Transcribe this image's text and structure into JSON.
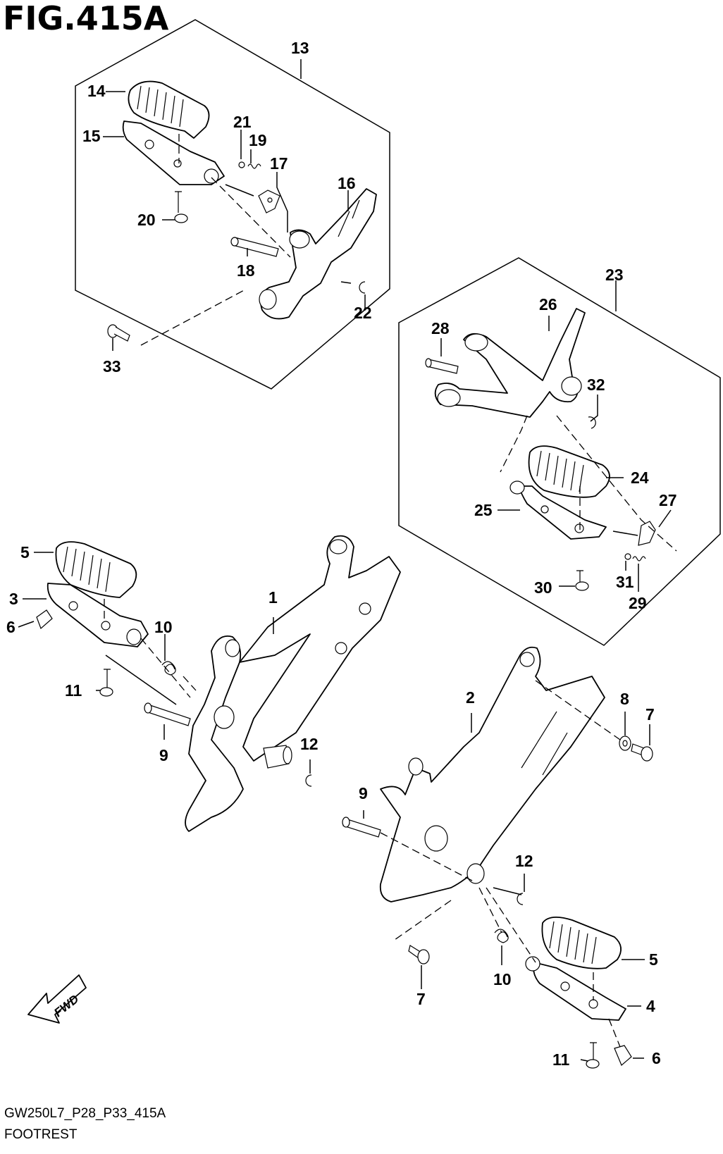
{
  "figure": {
    "title": "FIG.415A"
  },
  "callouts": [
    "13",
    "14",
    "15",
    "21",
    "19",
    "17",
    "16",
    "20",
    "18",
    "22",
    "33",
    "23",
    "26",
    "28",
    "32",
    "24",
    "27",
    "25",
    "30",
    "31",
    "29",
    "5",
    "1",
    "3",
    "6",
    "10",
    "11",
    "9",
    "12",
    "2",
    "8",
    "7",
    "9",
    "12",
    "5",
    "10",
    "7",
    "4",
    "11",
    "6"
  ],
  "fwd_label": "FWD",
  "footer": {
    "code": "GW250L7_P28_P33_415A",
    "name": "FOOTREST"
  }
}
